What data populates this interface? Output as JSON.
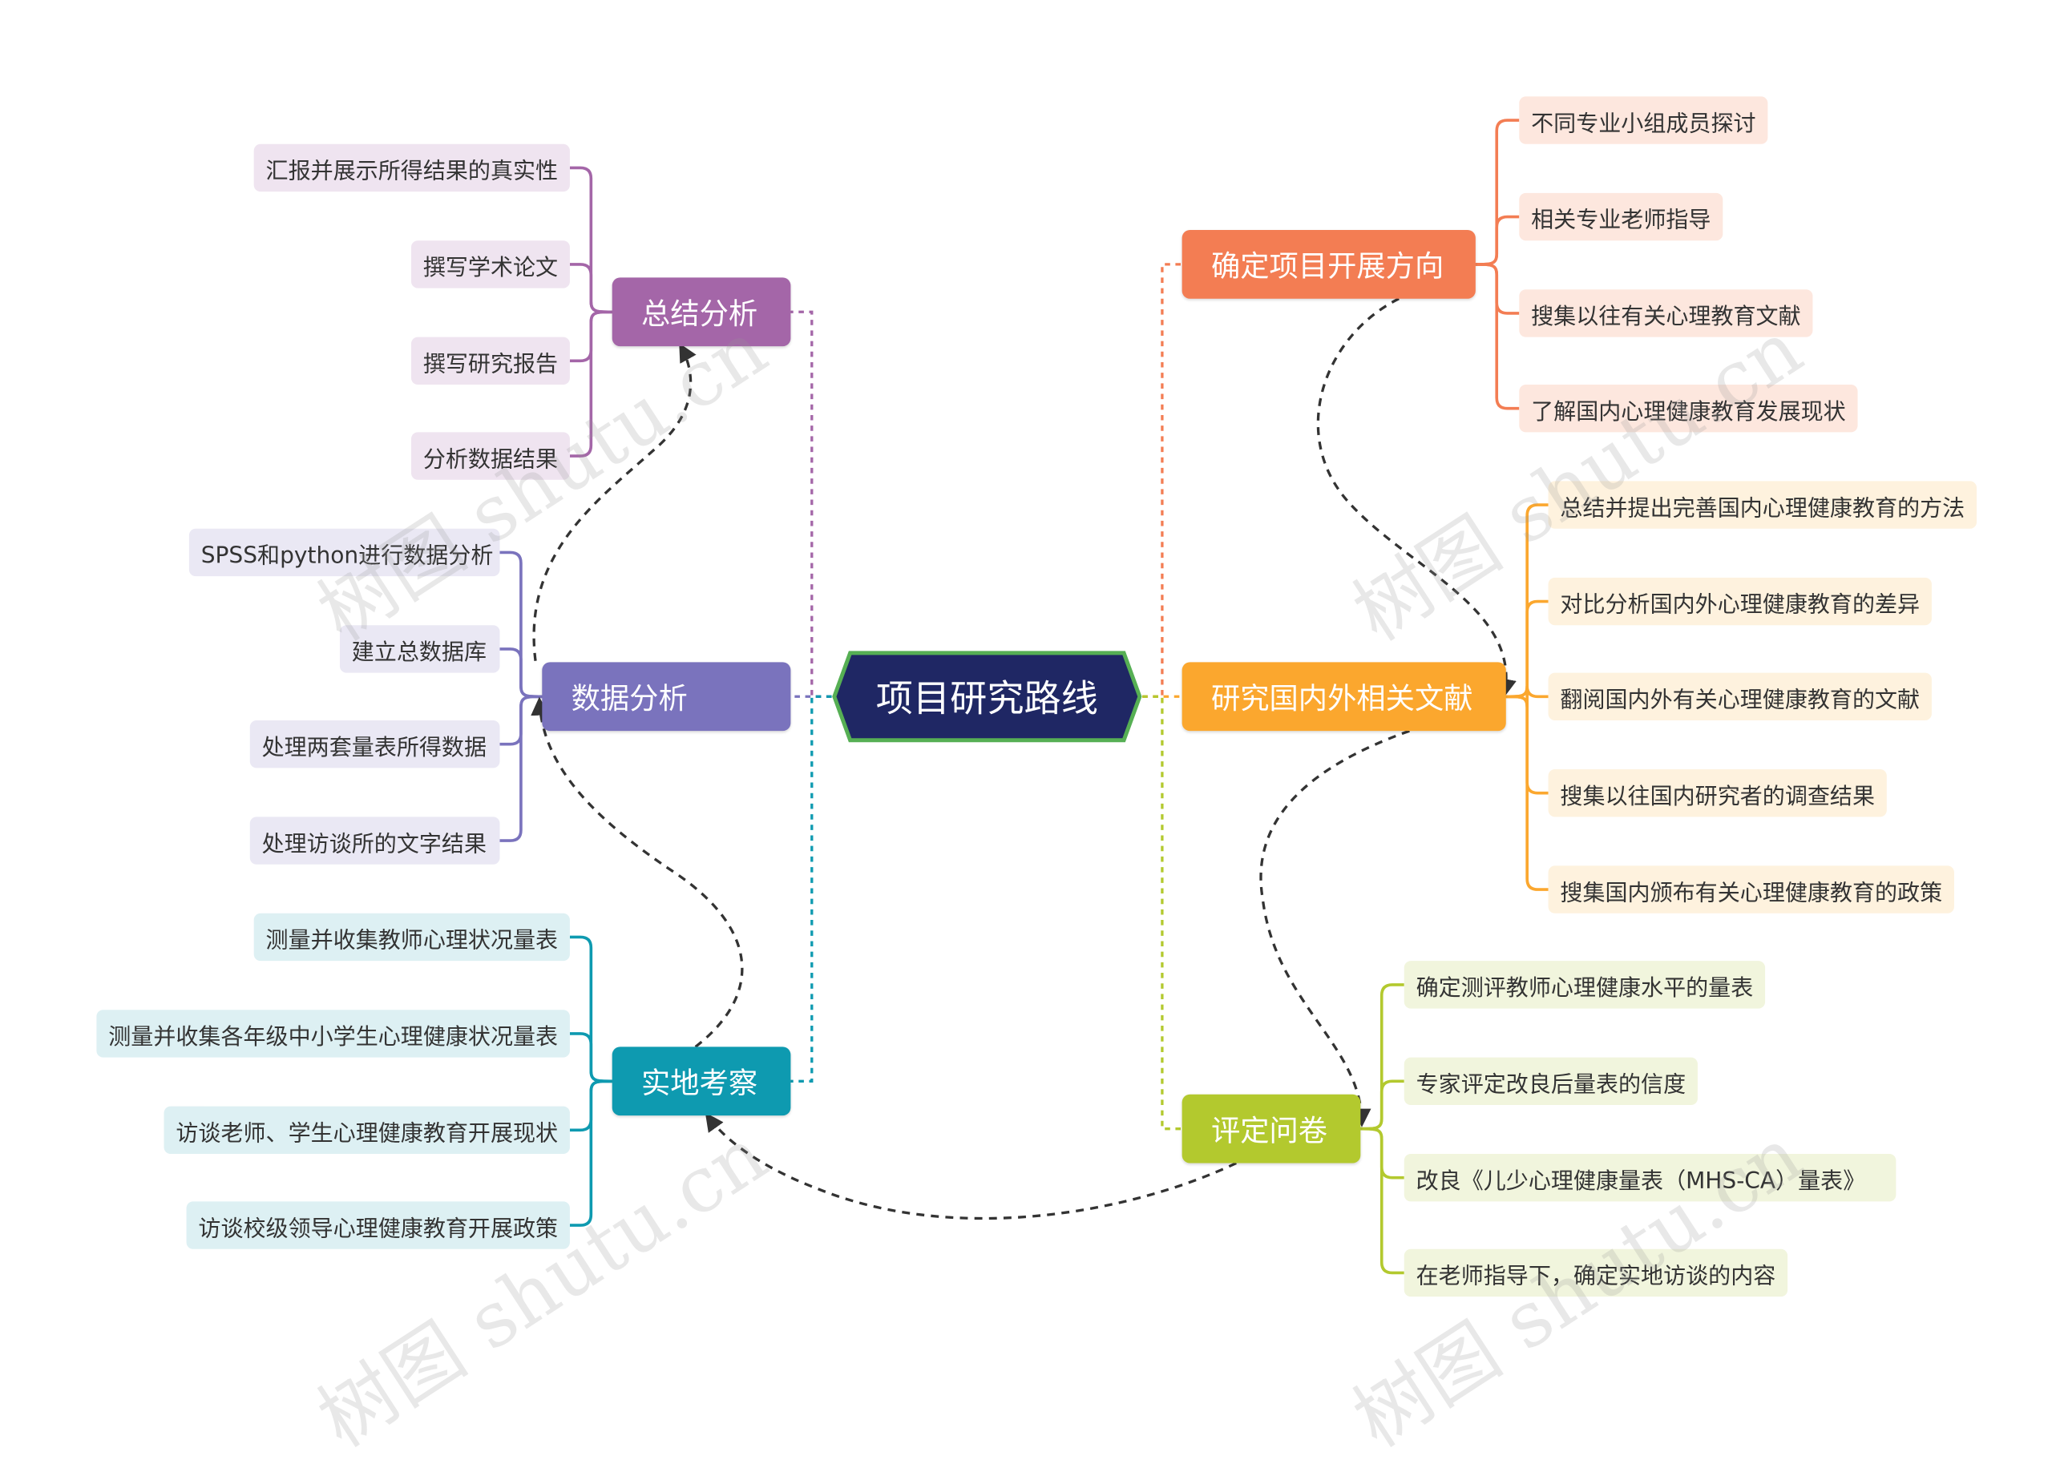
{
  "center": {
    "label": "项目研究路线"
  },
  "branches": [
    {
      "id": "total",
      "label": "总结分析",
      "color": "#A466A8",
      "leafBg": "#EFE4F0",
      "leaves": [
        "汇报并展示所得结果的真实性",
        "撰写学术论文",
        "撰写研究报告",
        "分析数据结果"
      ]
    },
    {
      "id": "data",
      "label": "数据分析",
      "color": "#7A73BD",
      "leafBg": "#EAE8F4",
      "leaves": [
        "SPSS和python进行数据分析",
        "建立总数据库",
        "处理两套量表所得数据",
        "处理访谈所的文字结果"
      ]
    },
    {
      "id": "field",
      "label": "实地考察",
      "color": "#0E9AB0",
      "leafBg": "#DDF0F3",
      "leaves": [
        "测量并收集教师心理状况量表",
        "测量并收集各年级中小学生心理健康状况量表",
        "访谈老师、学生心理健康教育开展现状",
        "访谈校级领导心理健康教育开展政策"
      ]
    },
    {
      "id": "direction",
      "label": "确定项目开展方向",
      "color": "#F37D53",
      "leafBg": "#FDE7DE",
      "leaves": [
        "不同专业小组成员探讨",
        "相关专业老师指导",
        "搜集以往有关心理教育文献",
        "了解国内心理健康教育发展现状"
      ]
    },
    {
      "id": "literature",
      "label": "研究国内外相关文献",
      "color": "#FBA72E",
      "leafBg": "#FEF2DE",
      "leaves": [
        "总结并提出完善国内心理健康教育的方法",
        "对比分析国内外心理健康教育的差异",
        "翻阅国内外有关心理健康教育的文献",
        "搜集以往国内研究者的调查结果",
        "搜集国内颁布有关心理健康教育的政策"
      ]
    },
    {
      "id": "questionnaire",
      "label": "评定问卷",
      "color": "#B3C92E",
      "leafBg": "#F1F5DD",
      "leaves": [
        "确定测评教师心理健康水平的量表",
        "专家评定改良后量表的信度",
        "改良《儿少心理健康量表（MHS-CA）量表》",
        "在老师指导下，确定实地访谈的内容"
      ]
    }
  ],
  "watermark": "树图 shutu.cn",
  "colors": {
    "centerFill": "#1F2764",
    "centerStroke": "#56AF54",
    "dashedFlow": "#333333"
  }
}
